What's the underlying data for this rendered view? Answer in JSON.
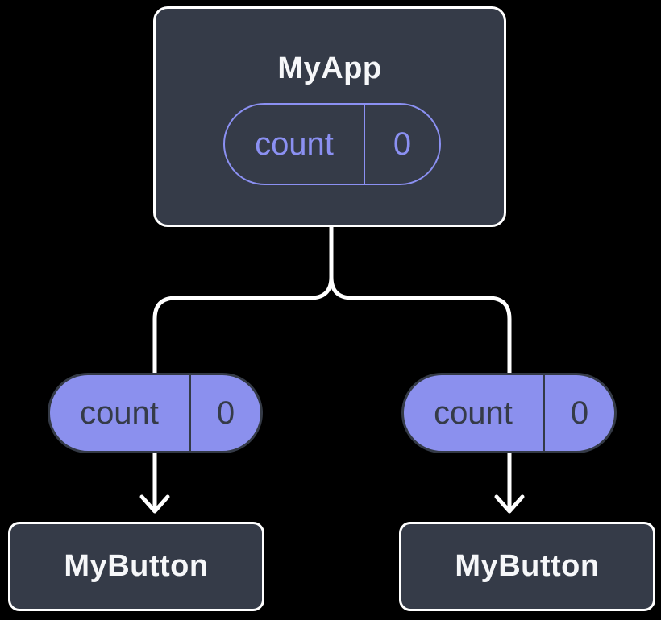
{
  "root_card": {
    "title": "MyApp",
    "pill": {
      "label": "count",
      "value": "0"
    }
  },
  "left_pill": {
    "label": "count",
    "value": "0"
  },
  "right_pill": {
    "label": "count",
    "value": "0"
  },
  "left_card": {
    "title": "MyButton"
  },
  "right_card": {
    "title": "MyButton"
  },
  "colors": {
    "background": "#000000",
    "card_fill": "#353B48",
    "card_border": "#FFFFFF",
    "accent_periwinkle": "#8B90F2",
    "pill_fill": "#8B90EE",
    "pill_dark_stroke": "#343A46",
    "pill_dark_text": "#353B48",
    "connector_line": "#FFFFFF",
    "title_text": "#F6F7F9"
  }
}
